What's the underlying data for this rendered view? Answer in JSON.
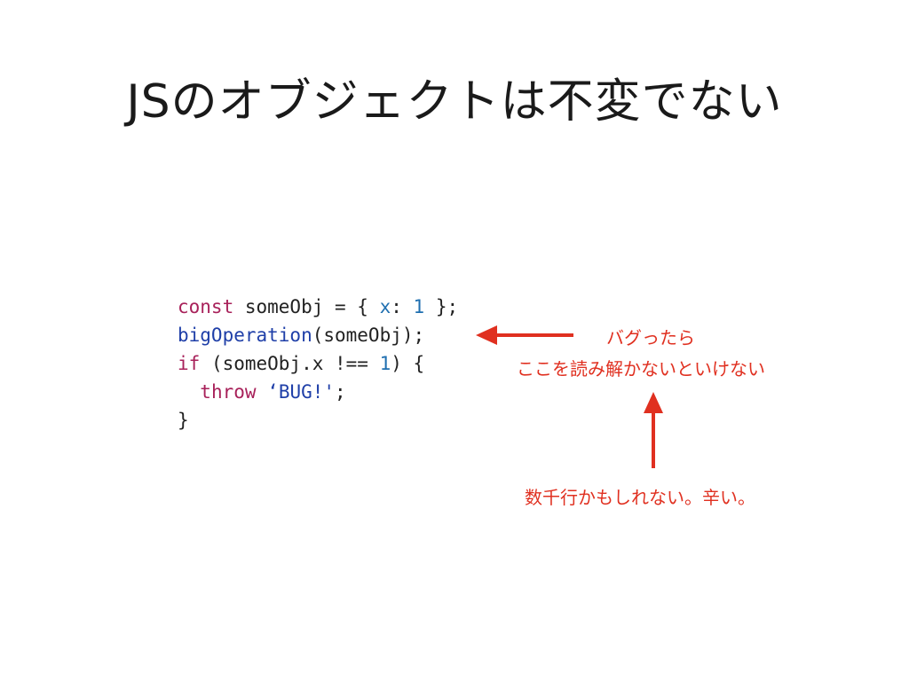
{
  "title": "JSのオブジェクトは不変でない",
  "code": {
    "line1": {
      "kw": "const",
      "a": " someObj = { ",
      "prop": "x",
      "b": ": ",
      "num": "1",
      "c": " };"
    },
    "line2": {
      "fn": "bigOperation",
      "a": "(someObj);"
    },
    "line3": {
      "kw": "if",
      "a": " (someObj.x !== ",
      "num": "1",
      "b": ") {"
    },
    "line4": {
      "indent": "  ",
      "kw": "throw",
      "a": " ",
      "str": "‘BUG!'",
      "b": ";"
    },
    "line5": {
      "a": "}"
    }
  },
  "annotations": {
    "note1": "バグったら",
    "note2": "ここを読み解かないといけない",
    "note3": "数千行かもしれない。辛い。"
  },
  "colors": {
    "accent": "#e03020",
    "keyword": "#a8215a",
    "number": "#1f6fb0",
    "string": "#1f3fa8"
  }
}
